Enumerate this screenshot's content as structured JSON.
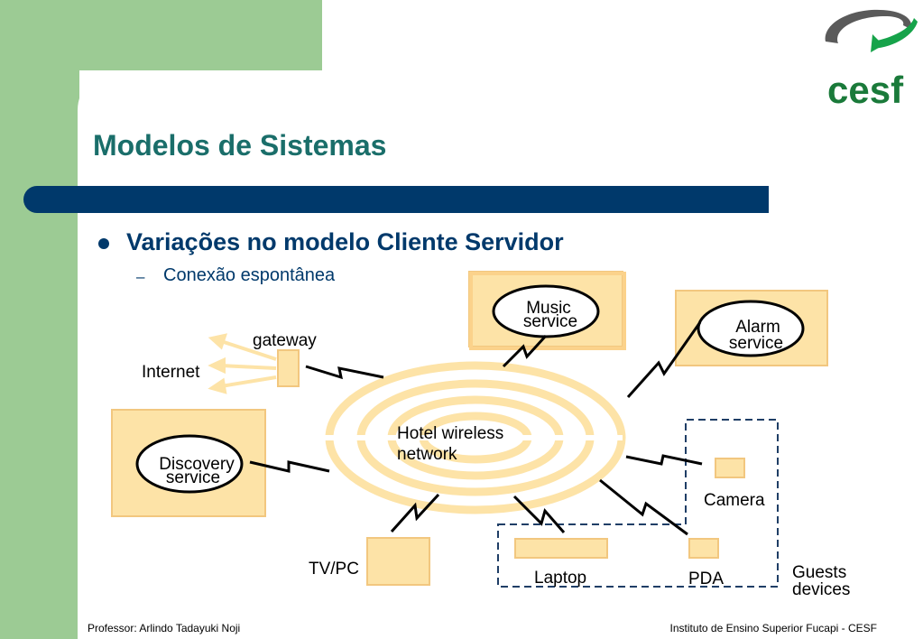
{
  "slide": {
    "title": "Modelos de Sistemas",
    "bullet": "Variações no modelo Cliente Servidor",
    "sub_bullet_marker": "–",
    "sub_bullet": "Conexão espontânea"
  },
  "logo": {
    "text": "cesf",
    "icon": "cesf-logo-icon"
  },
  "diagram": {
    "network_label_line1": "Hotel wireless",
    "network_label_line2": "network",
    "music_line1": "Music",
    "music_line2": "service",
    "alarm_line1": "Alarm",
    "alarm_line2": "service",
    "discovery_line1": "Discovery",
    "discovery_line2": "service",
    "gateway": "gateway",
    "internet": "Internet",
    "camera": "Camera",
    "tvpc": "TV/PC",
    "laptop": "Laptop",
    "pda": "PDA",
    "guests_line1": "Guests",
    "guests_line2": "devices"
  },
  "colors": {
    "panel_green": "#9ccb94",
    "title_teal": "#1a6e6a",
    "bar_navy": "#00396b",
    "box_fill": "#fde3a7",
    "box_border": "#f2c77f"
  },
  "footer": {
    "left": "Professor: Arlindo Tadayuki Noji",
    "right": "Instituto de Ensino Superior Fucapi - CESF"
  }
}
